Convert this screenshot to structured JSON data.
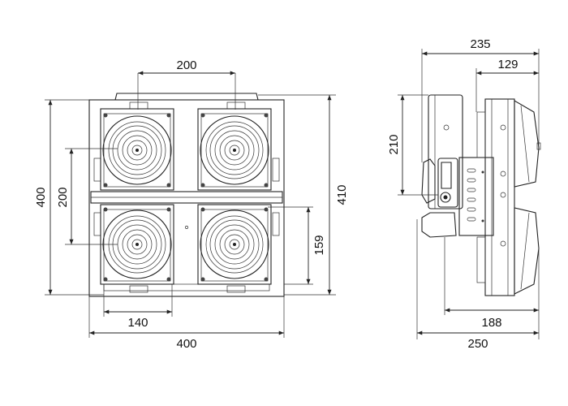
{
  "front_view": {
    "dims": {
      "top_spacing": "200",
      "height_outer": "400",
      "height_spacing": "200",
      "height_total": "410",
      "lower_offset": "159",
      "bottom_spacing": "140",
      "width_total": "400"
    }
  },
  "side_view": {
    "dims": {
      "depth_total_top": "235",
      "depth_partial_top": "129",
      "mount_height": "210",
      "depth_partial_bottom": "188",
      "depth_total_bottom": "250"
    }
  },
  "colors": {
    "line": "#222222",
    "background": "#ffffff"
  }
}
